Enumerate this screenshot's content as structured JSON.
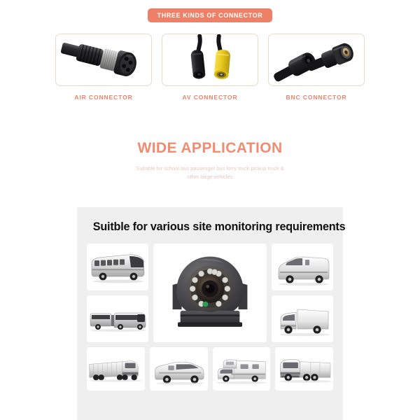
{
  "connector_section": {
    "badge_label": "THREE KINDS OF CONNECTOR",
    "badge_color": "#ee8068",
    "label_color": "#e8856e",
    "cards": [
      {
        "label": "AIR CONNECTOR",
        "icon": "aviation-connector-image"
      },
      {
        "label": "AV CONNECTOR",
        "icon": "av-rca-connector-image"
      },
      {
        "label": "BNC CONNECTOR",
        "icon": "bnc-connector-image"
      }
    ]
  },
  "wide_application": {
    "title": "WIDE APPLICATION",
    "title_color": "#ef8d72",
    "subtitle": "Suitable for school bus passenger bus lorry truck pickup truck & other large vehicles",
    "subtitle_color": "#e9c8bf"
  },
  "monitoring_panel": {
    "title": "Suitble for various site monitoring requirements",
    "background_color": "#efefef",
    "left_column": [
      {
        "caption": "coach-bus-image"
      },
      {
        "caption": "articulated-city-bus-image"
      }
    ],
    "center": {
      "caption": "vehicle-dome-camera-image"
    },
    "right_column": [
      {
        "caption": "cargo-van-image"
      },
      {
        "caption": "box-truck-image"
      }
    ],
    "bottom_row": [
      {
        "caption": "semi-trailer-truck-image"
      },
      {
        "caption": "compact-panel-van-image"
      },
      {
        "caption": "rv-motorhome-image"
      },
      {
        "caption": "articulated-lorry-image"
      }
    ]
  }
}
